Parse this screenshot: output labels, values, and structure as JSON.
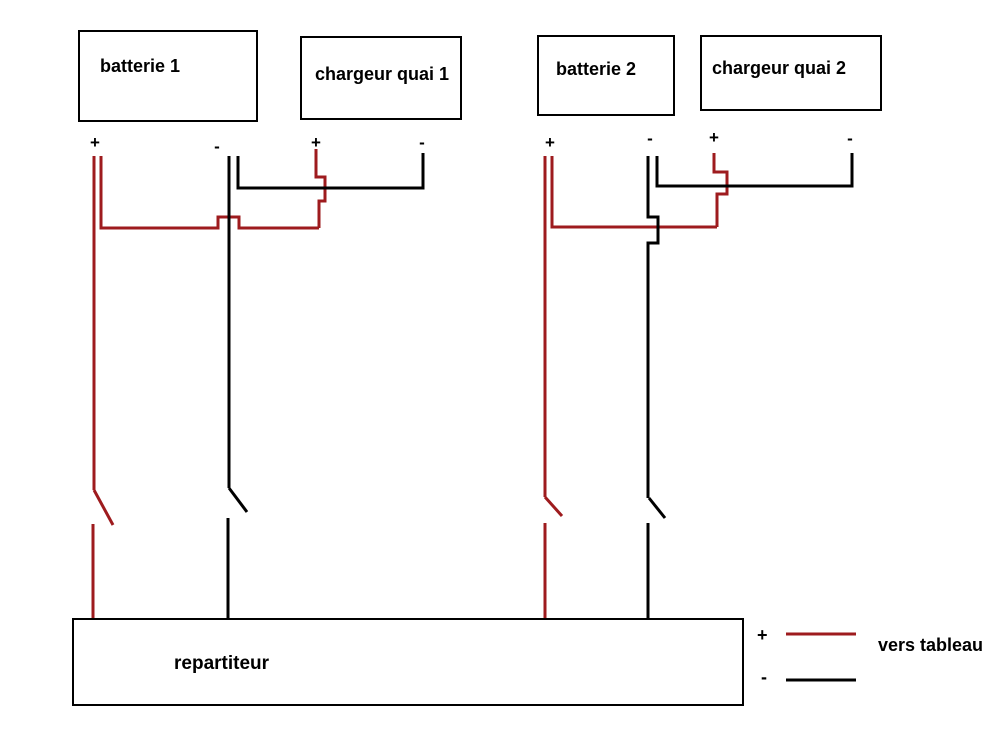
{
  "colors": {
    "positive": "#9e1b1e",
    "negative": "#000000"
  },
  "boxes": {
    "batterie1": "batterie 1",
    "chargeur1": "chargeur quai 1",
    "batterie2": "batterie 2",
    "chargeur2": "chargeur quai 2",
    "repartiteur": "repartiteur"
  },
  "terminals": {
    "batterie1_plus": "+",
    "batterie1_minus": "-",
    "chargeur1_plus": "+",
    "chargeur1_minus": "-",
    "batterie2_plus": "+",
    "batterie2_minus": "-",
    "chargeur2_plus": "+",
    "chargeur2_minus": "-"
  },
  "legend": {
    "plus": "+",
    "minus": "-",
    "caption": "vers tableau"
  }
}
